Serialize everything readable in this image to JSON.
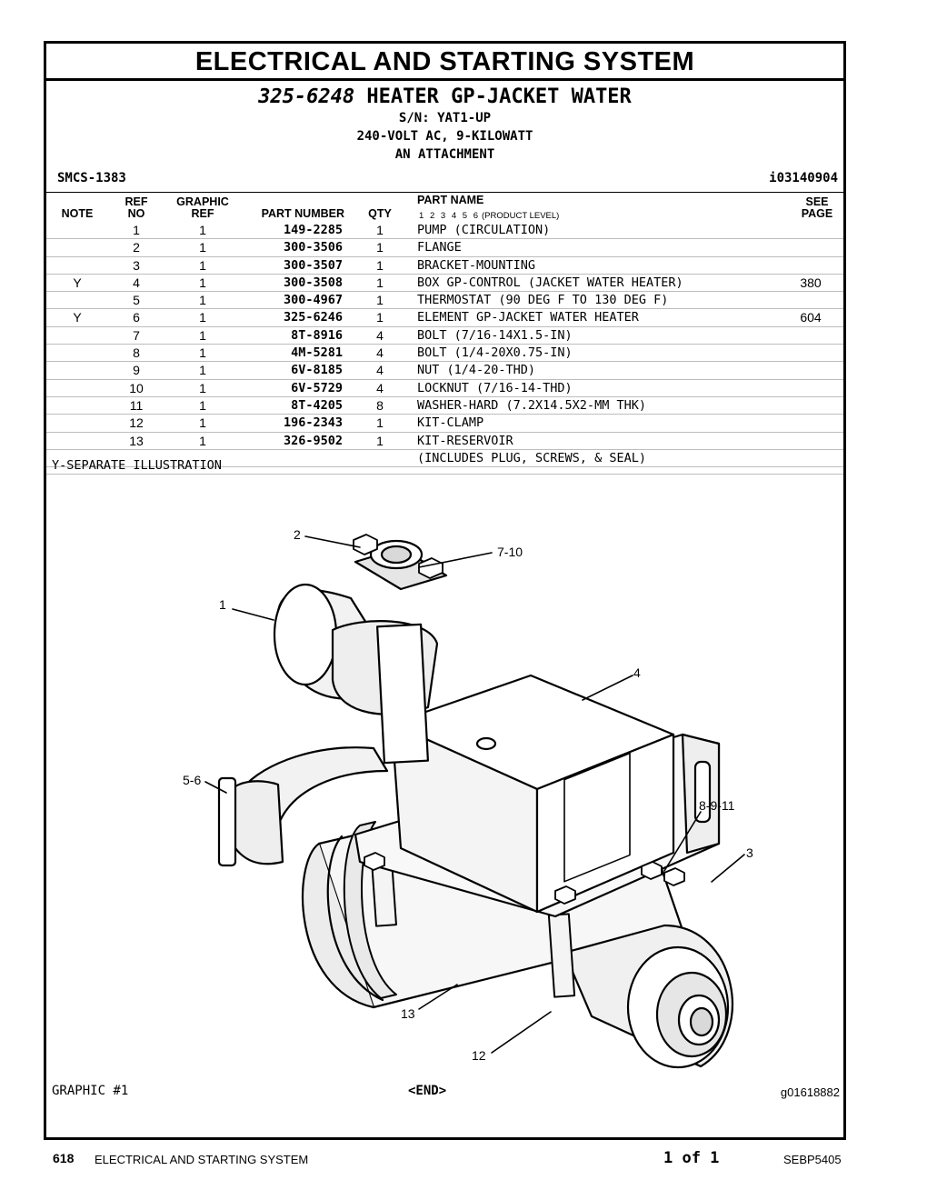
{
  "section_title": "ELECTRICAL AND STARTING SYSTEM",
  "group": {
    "part_number": "325-6248",
    "name": "HEATER GP-JACKET WATER",
    "serial": "S/N: YAT1-UP",
    "spec": "240-VOLT AC, 9-KILOWATT",
    "type": "AN ATTACHMENT"
  },
  "smcs": "SMCS-1383",
  "doc_id": "i03140904",
  "columns": {
    "note": "NOTE",
    "ref_top": "REF",
    "ref_bottom": "NO",
    "graphic_top": "GRAPHIC",
    "graphic_bottom": "REF",
    "part_number": "PART NUMBER",
    "qty": "QTY",
    "part_name": "PART NAME",
    "levels": [
      "1",
      "2",
      "3",
      "4",
      "5",
      "6"
    ],
    "product_level": "(PRODUCT LEVEL)",
    "see_top": "SEE",
    "see_bottom": "PAGE"
  },
  "parts": [
    {
      "note": "",
      "ref": "1",
      "gref": "1",
      "pn": "149-2285",
      "qty": "1",
      "name": "PUMP (CIRCULATION)",
      "page": ""
    },
    {
      "note": "",
      "ref": "2",
      "gref": "1",
      "pn": "300-3506",
      "qty": "1",
      "name": "FLANGE",
      "page": ""
    },
    {
      "note": "",
      "ref": "3",
      "gref": "1",
      "pn": "300-3507",
      "qty": "1",
      "name": "BRACKET-MOUNTING",
      "page": ""
    },
    {
      "note": "Y",
      "ref": "4",
      "gref": "1",
      "pn": "300-3508",
      "qty": "1",
      "name": "BOX GP-CONTROL (JACKET WATER HEATER)",
      "page": "380"
    },
    {
      "note": "",
      "ref": "5",
      "gref": "1",
      "pn": "300-4967",
      "qty": "1",
      "name": "THERMOSTAT (90 DEG F TO 130 DEG F)",
      "page": ""
    },
    {
      "note": "Y",
      "ref": "6",
      "gref": "1",
      "pn": "325-6246",
      "qty": "1",
      "name": "ELEMENT GP-JACKET WATER HEATER",
      "page": "604"
    },
    {
      "note": "",
      "ref": "7",
      "gref": "1",
      "pn": "8T-8916",
      "qty": "4",
      "name": "BOLT (7/16-14X1.5-IN)",
      "page": ""
    },
    {
      "note": "",
      "ref": "8",
      "gref": "1",
      "pn": "4M-5281",
      "qty": "4",
      "name": "BOLT (1/4-20X0.75-IN)",
      "page": ""
    },
    {
      "note": "",
      "ref": "9",
      "gref": "1",
      "pn": "6V-8185",
      "qty": "4",
      "name": "NUT (1/4-20-THD)",
      "page": ""
    },
    {
      "note": "",
      "ref": "10",
      "gref": "1",
      "pn": "6V-5729",
      "qty": "4",
      "name": "LOCKNUT (7/16-14-THD)",
      "page": ""
    },
    {
      "note": "",
      "ref": "11",
      "gref": "1",
      "pn": "8T-4205",
      "qty": "8",
      "name": "WASHER-HARD (7.2X14.5X2-MM THK)",
      "page": ""
    },
    {
      "note": "",
      "ref": "12",
      "gref": "1",
      "pn": "196-2343",
      "qty": "1",
      "name": "KIT-CLAMP",
      "page": ""
    },
    {
      "note": "",
      "ref": "13",
      "gref": "1",
      "pn": "326-9502",
      "qty": "1",
      "name": "KIT-RESERVOIR",
      "page": ""
    },
    {
      "note": "",
      "ref": "",
      "gref": "",
      "pn": "",
      "qty": "",
      "name": "(INCLUDES PLUG, SCREWS, & SEAL)",
      "page": ""
    }
  ],
  "footnote": "Y-SEPARATE ILLUSTRATION",
  "callouts": [
    "2",
    "7-10",
    "1",
    "4",
    "5-6",
    "8-9-11",
    "3",
    "13",
    "12"
  ],
  "graphic_number": "GRAPHIC #1",
  "end_marker": "<END>",
  "graphic_id": "g01618882",
  "footer": {
    "page_number": "618",
    "section": "ELECTRICAL AND STARTING SYSTEM",
    "page_of": "1 of 1",
    "doc_number": "SEBP5405"
  }
}
